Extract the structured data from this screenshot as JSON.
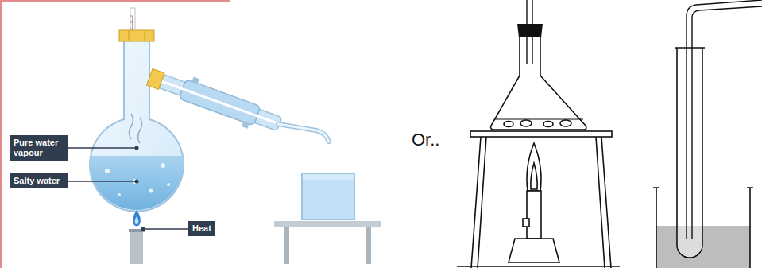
{
  "diagram": {
    "nodes": [
      {
        "text": [
          "Pure water vapour"
        ]
      },
      {
        "text": [
          "Salty water"
        ]
      },
      {
        "text": [
          "Heat"
        ]
      }
    ],
    "labels": [
      "Or.."
    ]
  }
}
